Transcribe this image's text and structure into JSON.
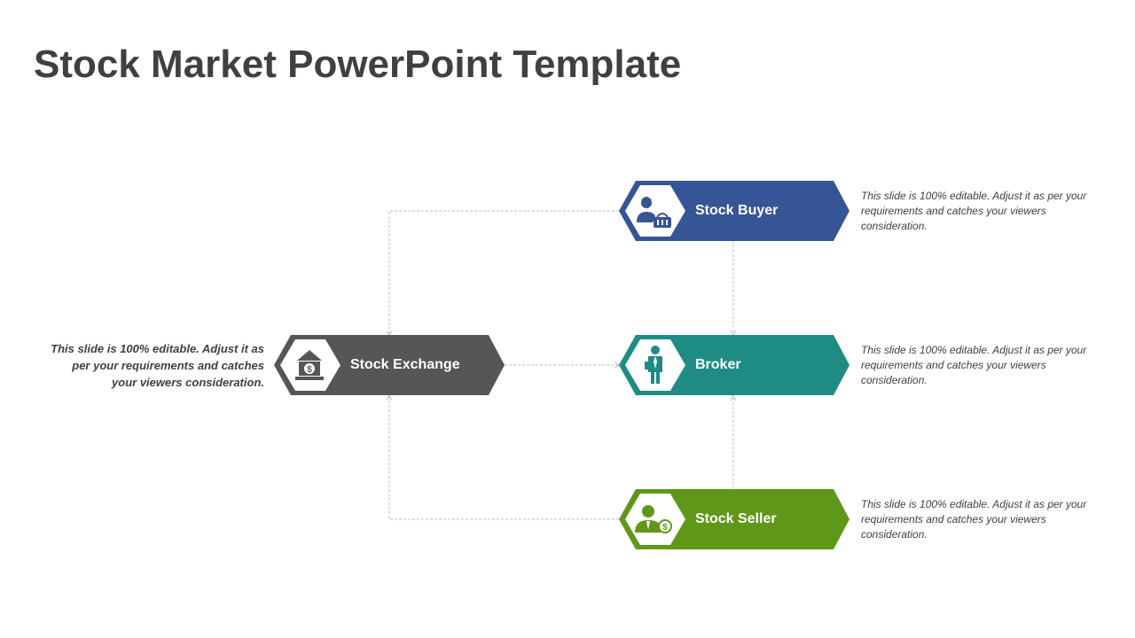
{
  "title": "Stock Market PowerPoint Template",
  "nodes": {
    "buyer": {
      "label": "Stock Buyer",
      "color": "#355596",
      "icon": "buyer-basket-icon"
    },
    "exchange": {
      "label": "Stock Exchange",
      "color": "#565656",
      "icon": "bank-building-icon"
    },
    "broker": {
      "label": "Broker",
      "color": "#1f8c84",
      "icon": "businessman-icon"
    },
    "seller": {
      "label": "Stock Seller",
      "color": "#5f9818",
      "icon": "person-dollar-icon"
    }
  },
  "descriptions": {
    "buyer": "This slide is 100% editable. Adjust it as per your requirements and catches your viewers consideration.",
    "exchange": "This slide is 100% editable. Adjust it as per your requirements and catches your viewers consideration.",
    "broker": "This slide is 100% editable. Adjust it as per your requirements and catches your viewers consideration.",
    "seller": "This slide is 100% editable. Adjust it as per your requirements and catches your viewers consideration."
  },
  "connector_color": "#bfbfbf"
}
